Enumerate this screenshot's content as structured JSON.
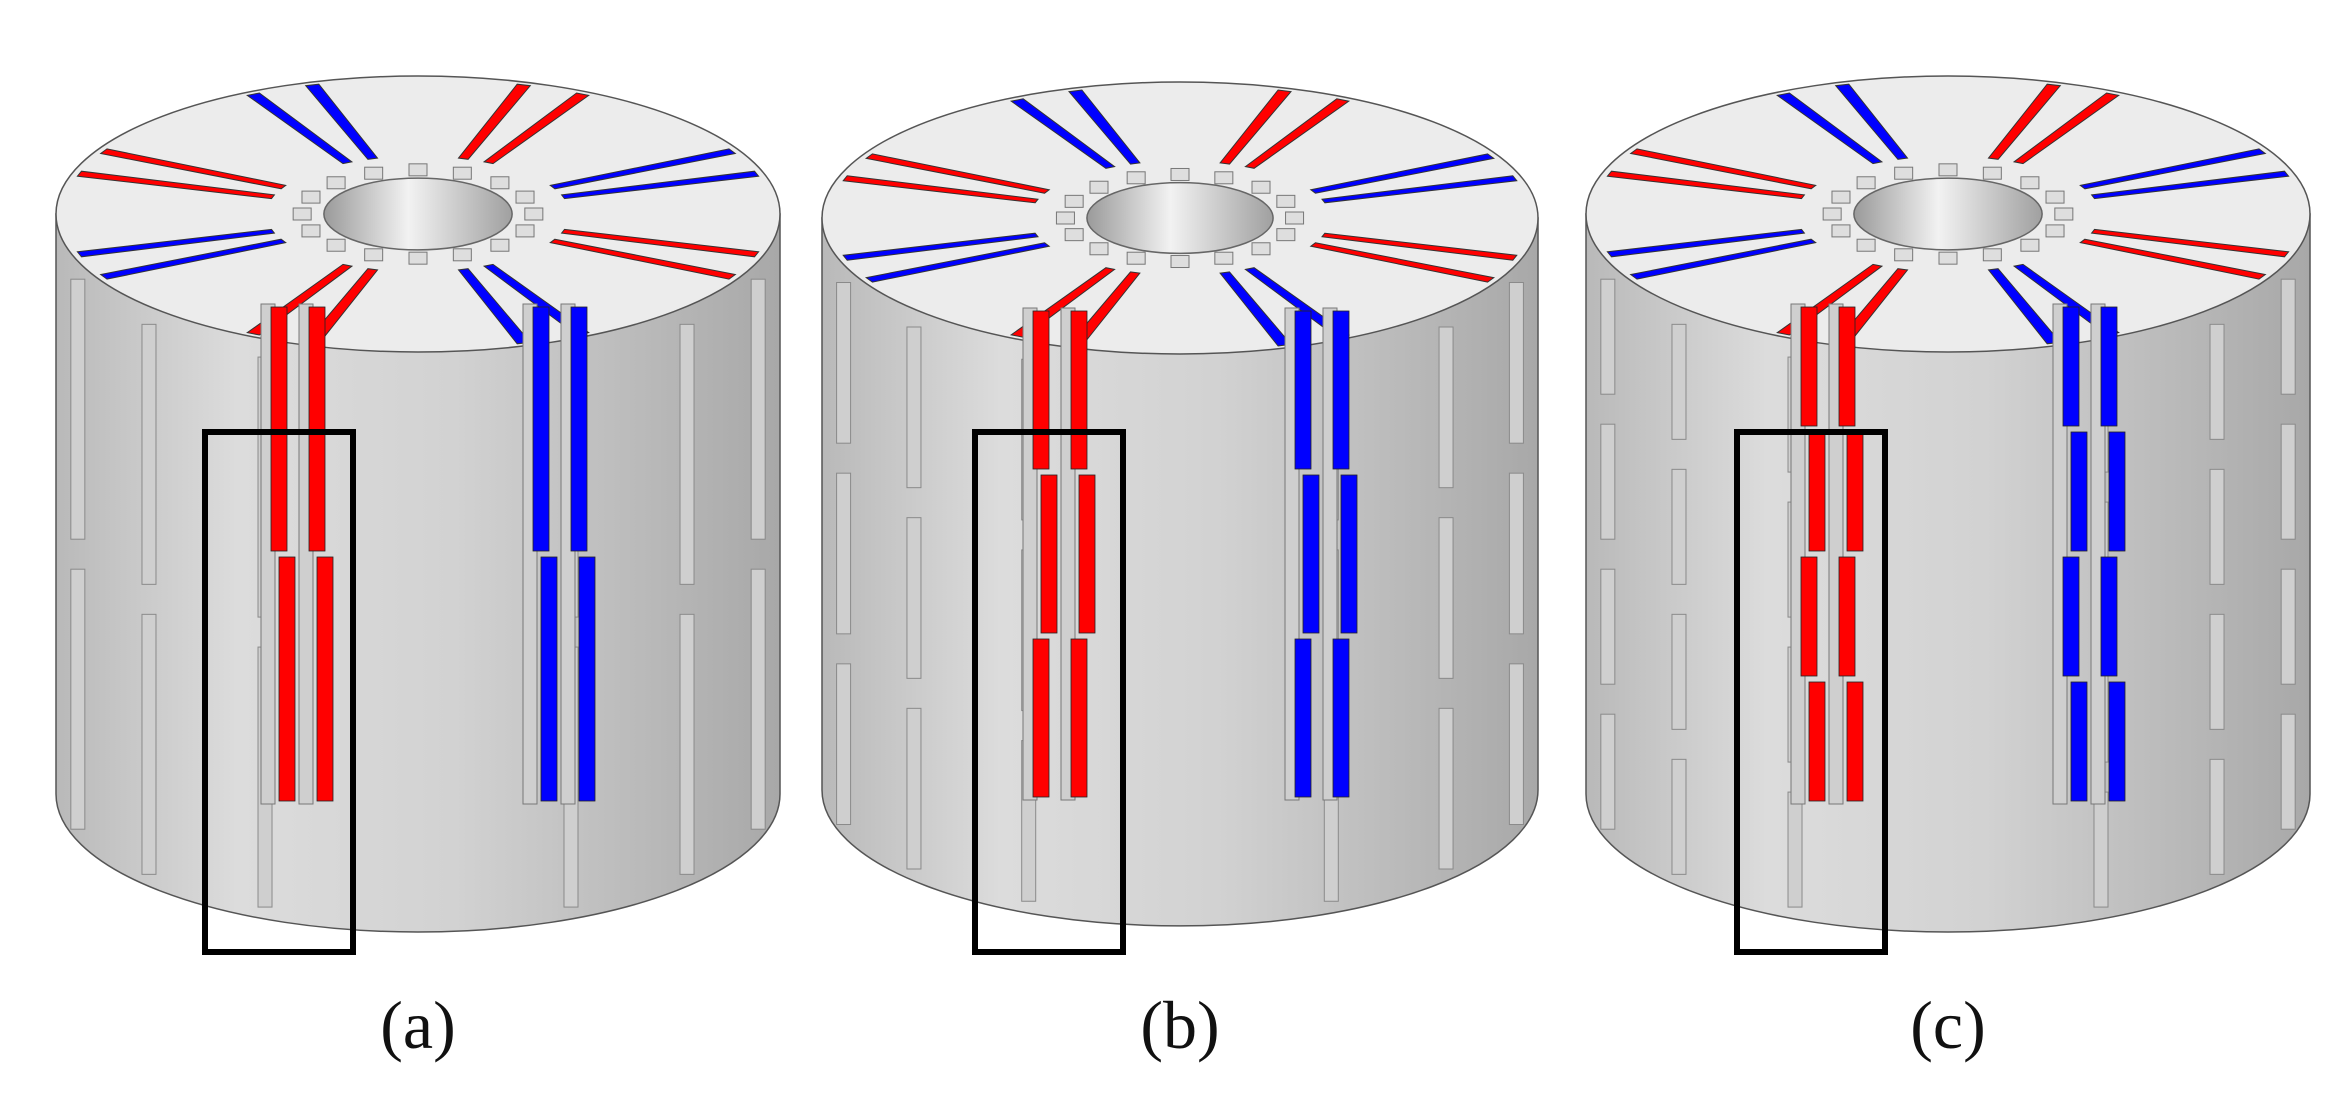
{
  "figure": {
    "panels": [
      {
        "id": "a",
        "label": "(a)",
        "segments": 2
      },
      {
        "id": "b",
        "label": "(b)",
        "segments": 3
      },
      {
        "id": "c",
        "label": "(c)",
        "segments": 4
      }
    ],
    "magnet_count": 8,
    "colors": {
      "magnet_red": "#ff0000",
      "magnet_blue": "#0000ff",
      "steel_light": "#ececec",
      "steel_mid": "#cfcfcf",
      "steel_dark": "#a9a9a9",
      "outline": "#555555",
      "highlight_box": "#000000"
    }
  }
}
